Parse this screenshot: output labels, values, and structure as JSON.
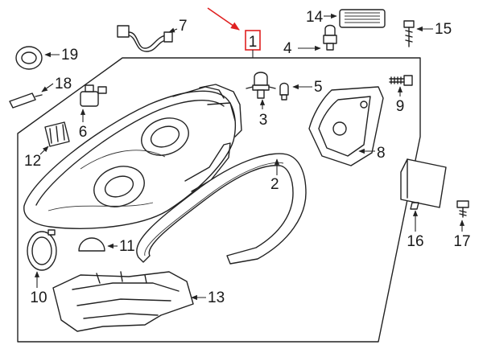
{
  "diagram": {
    "main_assembly_callout": "1",
    "callouts": [
      {
        "id": "c2",
        "text": "2"
      },
      {
        "id": "c3",
        "text": "3"
      },
      {
        "id": "c4",
        "text": "4"
      },
      {
        "id": "c5",
        "text": "5"
      },
      {
        "id": "c6",
        "text": "6"
      },
      {
        "id": "c7",
        "text": "7"
      },
      {
        "id": "c8",
        "text": "8"
      },
      {
        "id": "c9",
        "text": "9"
      },
      {
        "id": "c10",
        "text": "10"
      },
      {
        "id": "c11",
        "text": "11"
      },
      {
        "id": "c12",
        "text": "12"
      },
      {
        "id": "c13",
        "text": "13"
      },
      {
        "id": "c14",
        "text": "14"
      },
      {
        "id": "c15",
        "text": "15"
      },
      {
        "id": "c16",
        "text": "16"
      },
      {
        "id": "c17",
        "text": "17"
      },
      {
        "id": "c18",
        "text": "18"
      },
      {
        "id": "c19",
        "text": "19"
      }
    ],
    "colors": {
      "highlight": "#e02020",
      "line": "#222222"
    },
    "icons": [
      "red-pointer-arrow-icon"
    ]
  }
}
